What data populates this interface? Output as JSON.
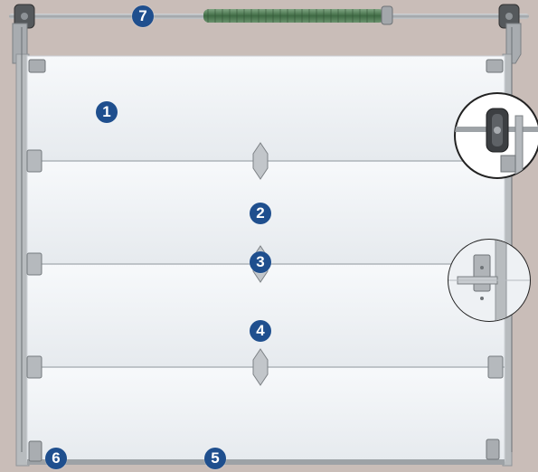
{
  "colors": {
    "background": "#c9bdb8",
    "panel": "#f4f6f8",
    "panel_shade": "#e4e8ec",
    "frame": "#b4b8bc",
    "hardware": "#8d9296",
    "spring": "#4f7a52",
    "callout": "#1f4f8e",
    "magnifier_ring": "#222222"
  },
  "callouts": [
    {
      "id": "1",
      "label": "1"
    },
    {
      "id": "2",
      "label": "2"
    },
    {
      "id": "3",
      "label": "3"
    },
    {
      "id": "4",
      "label": "4"
    },
    {
      "id": "5",
      "label": "5"
    },
    {
      "id": "6",
      "label": "6"
    },
    {
      "id": "7",
      "label": "7"
    }
  ],
  "magnifiers": [
    {
      "name": "roller-detail-magnifier",
      "subject": "roller-icon"
    },
    {
      "name": "hinge-detail-magnifier",
      "subject": "hinge-icon"
    }
  ]
}
